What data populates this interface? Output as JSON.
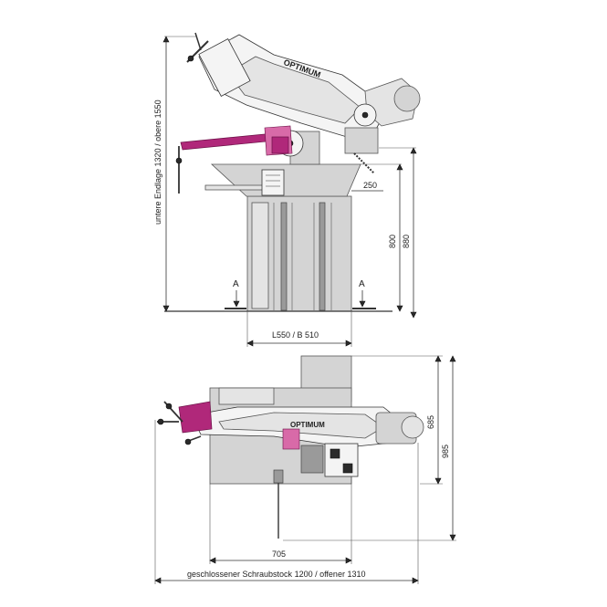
{
  "brand": "OPTIMUM",
  "section_marker": "A",
  "front_view": {
    "dim_vertical_left": "untere Endlage 1320 / obere 1550",
    "dim_table_height": "800",
    "dim_total_height": "880",
    "dim_offset": "250",
    "dim_base": "L550 / B 510"
  },
  "top_view": {
    "dim_depth_1": "685",
    "dim_depth_2": "985",
    "dim_width": "705",
    "dim_overall": "geschlossener Schraubstock 1200 / offener 1310"
  },
  "colors": {
    "accent": "#b0287a",
    "machine_grey": "#d4d4d4",
    "line": "#333333"
  }
}
